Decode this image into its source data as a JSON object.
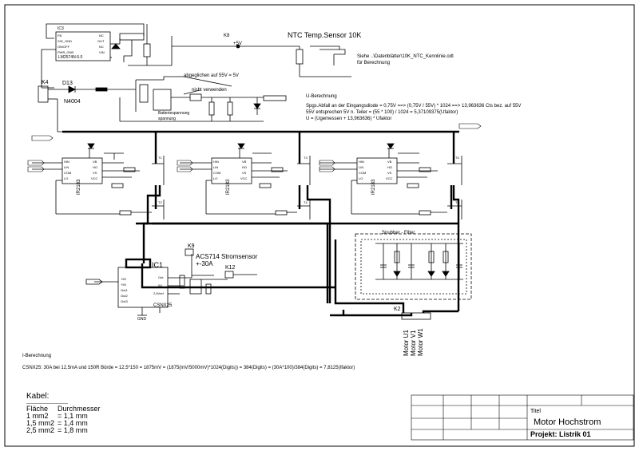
{
  "ic3": {
    "ref": "IC3",
    "part": "LM2574N-5.0",
    "pins_left": [
      "FB",
      "SIG_GND",
      "ON/OFF",
      "PWR_GND"
    ],
    "pins_right": [
      "NC",
      "OUT",
      "NC",
      "VIN"
    ]
  },
  "ntc": {
    "title": "NTC Temp.Sensor 10K",
    "note1": "Siehe ..\\Datenblätter\\10K_NTC_Kennlinie.odt",
    "note2": "für Berechnung",
    "k8": "K8",
    "plus5v": "+5V"
  },
  "power_in": {
    "k4": "K4",
    "d13": "D13",
    "d13_part": "N4004",
    "batt_label1": "Batteriespannung",
    "batt_label2": "spannung",
    "adjust_note": "abgeglichen auf 55V = 5V",
    "not_used": "nicht verwenden"
  },
  "u_calc": {
    "title": "U-Berechnung",
    "line1": "Spgs.Abfall an der Eingangsdiode = 0,75V ==> (0,75V / 55V) * 1024 ==> 13,963636 Cts bez. auf 55V",
    "line2": "55V entsprechen 5V n. Teiler = (55 * 100) / 1024 = 5,37109375(Ufaktor)",
    "line3": "U = (Ugemessen + 13,963636) * Ufaktor"
  },
  "drivers": [
    {
      "ref": "IR2183",
      "pins_left": [
        "HIN",
        "LIN",
        "COM",
        "LO"
      ],
      "pins_right": [
        "VB",
        "HO",
        "VS",
        "VCC"
      ]
    },
    {
      "ref": "IR2183",
      "pins_left": [
        "HIN",
        "LIN",
        "COM",
        "LO"
      ],
      "pins_right": [
        "VB",
        "HO",
        "VS",
        "VCC"
      ]
    },
    {
      "ref": "IR2183",
      "pins_left": [
        "HIN",
        "LIN",
        "COM",
        "LO"
      ],
      "pins_right": [
        "VB",
        "HO",
        "VS",
        "VCC"
      ]
    }
  ],
  "mosfets": [
    "T1",
    "T2",
    "T3",
    "T4",
    "T5",
    "T6"
  ],
  "snubber": {
    "title": "Snubber - Filter"
  },
  "current_sensor": {
    "title": "ACS714 Stromsensor",
    "range": "+-30A",
    "k9": "K9",
    "k12": "K12",
    "ic1": "IC1",
    "part": "CSNX25",
    "gnd": "GND",
    "pins_left": [
      "+5V",
      "+5V",
      "Out1",
      "Out2",
      "Out3"
    ],
    "pins_right": [
      "Out",
      "0V",
      "2,5Vref"
    ]
  },
  "motor": {
    "k2": "K2",
    "u1": "Motor U1",
    "v1": "Motor V1",
    "w1": "Motor W1"
  },
  "i_calc": {
    "title": "I-Berechnung",
    "line1": "CSNX25: 30A bei 12,5mA und 150R Bürde = 12,5*150 = 1875mV = (1875(mV/5000mV)*1024(Digits)) = 384(Digits)  =  (30A*100)/384(Digits) = 7,8125(Ifaktor)"
  },
  "cable": {
    "title": "Kabel:",
    "sep": "--------------------------",
    "col1": "Fläche",
    "col2": "Durchmesser",
    "rows": [
      {
        "area": "1 mm2",
        "dia": "= 1,1 mm"
      },
      {
        "area": "1,5 mm2",
        "dia": "= 1,4 mm"
      },
      {
        "area": "2,5 mm2",
        "dia": "= 1,8 mm"
      }
    ]
  },
  "title_block": {
    "titel_label": "Titel",
    "title": "Motor Hochstrom",
    "project": "Projekt: Listrik 01"
  },
  "colors": {
    "ink": "#000000",
    "paper": "#ffffff",
    "frame": "#000000"
  }
}
